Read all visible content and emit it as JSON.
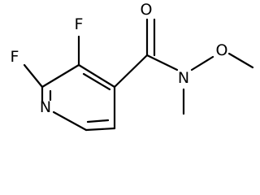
{
  "molecule": {
    "atoms": {
      "fluorine_top": "F",
      "fluorine_left": "F",
      "ring_nitrogen": "N",
      "carbonyl_oxygen": "O",
      "amide_nitrogen": "N",
      "methoxy_oxygen": "O"
    },
    "colors": {
      "bond": "#000000",
      "label": "#000000",
      "background": "#ffffff"
    }
  }
}
